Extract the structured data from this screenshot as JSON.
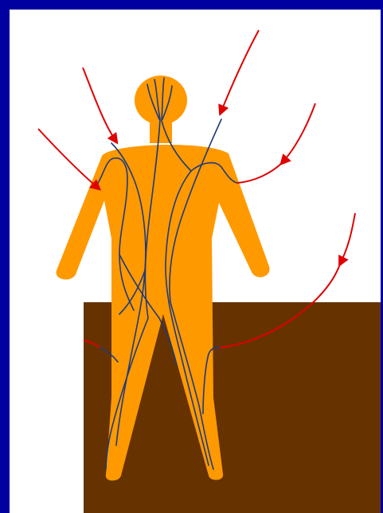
{
  "diagram": {
    "description_visible_text": "",
    "colors": {
      "frame": "#0000A0",
      "background": "#FFFFFF",
      "ground": "#663300",
      "figure": "#FF9900",
      "veins": "#1F3A7A",
      "arrows": "#E00000"
    },
    "elements": {
      "figure": "human-silhouette",
      "ground": "earth-block",
      "veins": "internal-channel-network",
      "arrows": "incoming-current-arrows"
    },
    "arrow_count": 6
  }
}
